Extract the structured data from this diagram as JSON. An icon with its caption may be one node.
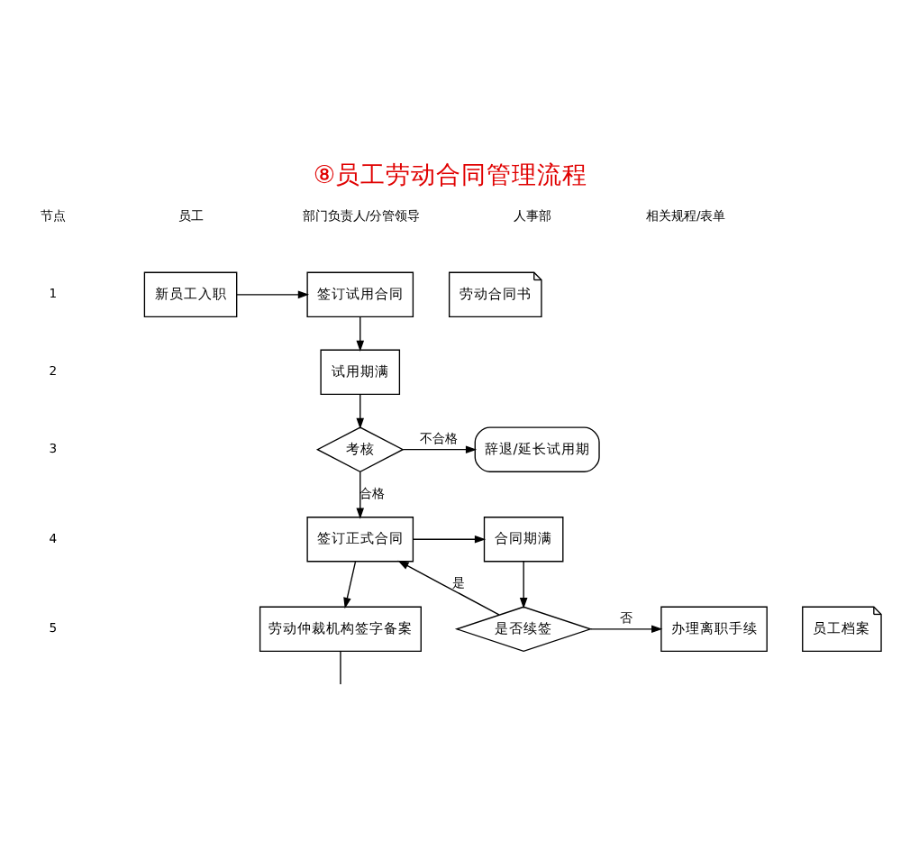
{
  "diagram": {
    "title": "⑧员工劳动合同管理流程",
    "nodes": [
      {
        "text": [
          "新员工入职"
        ]
      },
      {
        "text": [
          "签订试用合同"
        ]
      },
      {
        "text": [
          "劳动合同书"
        ]
      },
      {
        "text": [
          "试用期满"
        ]
      },
      {
        "text": [
          "考核"
        ]
      },
      {
        "text": [
          "辞退/延长试用期"
        ]
      },
      {
        "text": [
          "签订正式合同"
        ]
      },
      {
        "text": [
          "合同期满"
        ]
      },
      {
        "text": [
          "是否续签"
        ]
      },
      {
        "text": [
          "办理离职手续"
        ]
      },
      {
        "text": [
          "劳动仲裁机构签字备案"
        ]
      },
      {
        "text": [
          "员工档案"
        ]
      }
    ],
    "edges": [
      {
        "from": 0,
        "to": 1,
        "arrow": "to"
      },
      {
        "from": 1,
        "to": 3,
        "arrow": "to"
      },
      {
        "from": 3,
        "to": 4,
        "arrow": "to"
      },
      {
        "from": 4,
        "to": 5,
        "arrow": "to",
        "label": "不合格"
      },
      {
        "from": 4,
        "to": 6,
        "arrow": "to",
        "label": "合格"
      },
      {
        "from": 6,
        "to": 7,
        "arrow": "to"
      },
      {
        "from": 7,
        "to": 8,
        "arrow": "to"
      },
      {
        "from": 8,
        "to": 6,
        "arrow": "to",
        "label": "是"
      },
      {
        "from": 8,
        "to": 9,
        "arrow": "to",
        "label": "否"
      },
      {
        "from": 6,
        "to": 10,
        "arrow": "to"
      },
      {
        "from": 10,
        "to": null,
        "arrow": "none"
      }
    ],
    "labels": [
      "节点",
      "员工",
      "部门负责人/分管领导",
      "人事部",
      "相关规程/表单",
      "1",
      "2",
      "3",
      "4",
      "5"
    ]
  }
}
